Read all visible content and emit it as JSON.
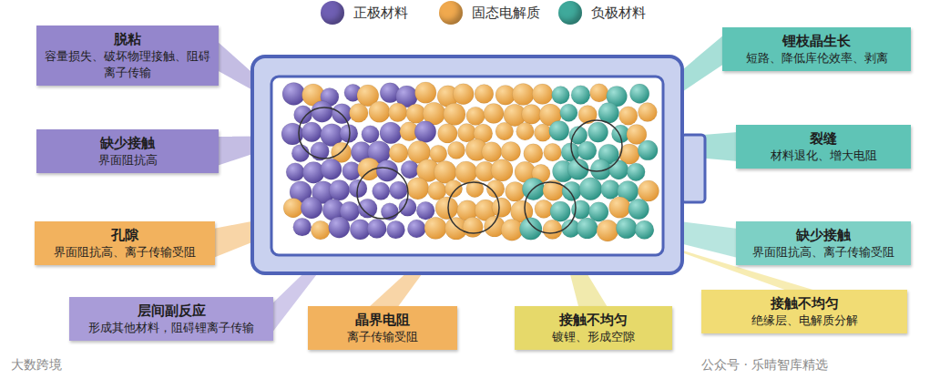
{
  "diagram": {
    "nodes": [
      {
        "text": [
          "脱粘",
          "容量损失、破坏物理接触、阻碍离子传输"
        ]
      },
      {
        "text": [
          "缺少接触",
          "界面阻抗高"
        ]
      },
      {
        "text": [
          "孔隙",
          "界面阻抗高、离子传输受阻"
        ]
      },
      {
        "text": [
          "层间副反应",
          "形成其他材料，阻碍锂离子传输"
        ]
      },
      {
        "text": [
          "晶界电阻",
          "离子传输受阻"
        ]
      },
      {
        "text": [
          "接触不均匀",
          "镀锂、形成空隙"
        ]
      },
      {
        "text": [
          "接触不均匀",
          "绝缘层、电解质分解"
        ]
      },
      {
        "text": [
          "锂枝晶生长",
          "短路、降低库伦效率、剥离"
        ]
      },
      {
        "text": [
          "裂缝",
          "材料退化、增大电阻"
        ]
      },
      {
        "text": [
          "缺少接触",
          "界面阻抗高、离子传输受阻"
        ]
      }
    ],
    "labels": [
      "大数跨境",
      "公众号 · 乐晴智库精选"
    ],
    "legend": [
      {
        "text": "正极材料",
        "color": "#6f5fb3"
      },
      {
        "text": "固态电解质",
        "color": "#f0a94e"
      },
      {
        "text": "负极材料",
        "color": "#3fa99b"
      }
    ]
  }
}
